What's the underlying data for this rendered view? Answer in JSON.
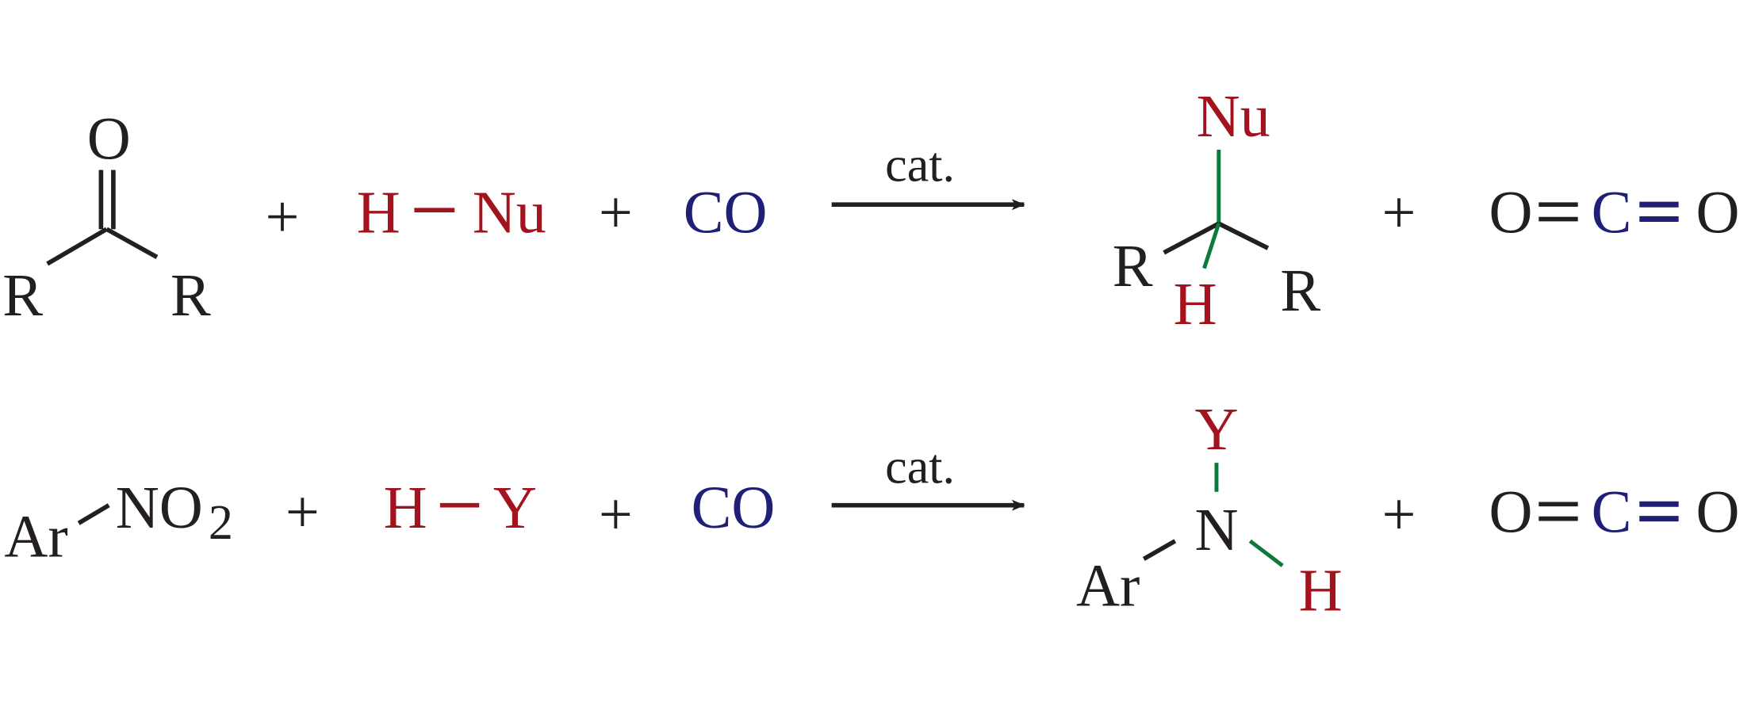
{
  "colors": {
    "black": "#231f20",
    "red": "#a3131d",
    "blue": "#1f1f78",
    "green": "#0c7a3c"
  },
  "reaction1": {
    "ketone": {
      "oxygen": "O",
      "r_left": "R",
      "r_right": "R"
    },
    "plus1": "+",
    "nucleophile": {
      "h": "H",
      "nu": "Nu"
    },
    "plus2": "+",
    "co": "CO",
    "arrow_label": "cat.",
    "product": {
      "nu": "Nu",
      "r_left": "R",
      "r_right": "R",
      "h": "H"
    },
    "plus3": "+",
    "co2": {
      "o1": "O",
      "c": "C",
      "o2": "O"
    }
  },
  "reaction2": {
    "nitro": {
      "ar": "Ar",
      "no": "NO",
      "sub": "2"
    },
    "plus1": "+",
    "reagent": {
      "h": "H",
      "y": "Y"
    },
    "plus2": "+",
    "co": "CO",
    "arrow_label": "cat.",
    "product": {
      "y": "Y",
      "n": "N",
      "ar": "Ar",
      "h": "H"
    },
    "plus3": "+",
    "co2": {
      "o1": "O",
      "c": "C",
      "o2": "O"
    }
  }
}
